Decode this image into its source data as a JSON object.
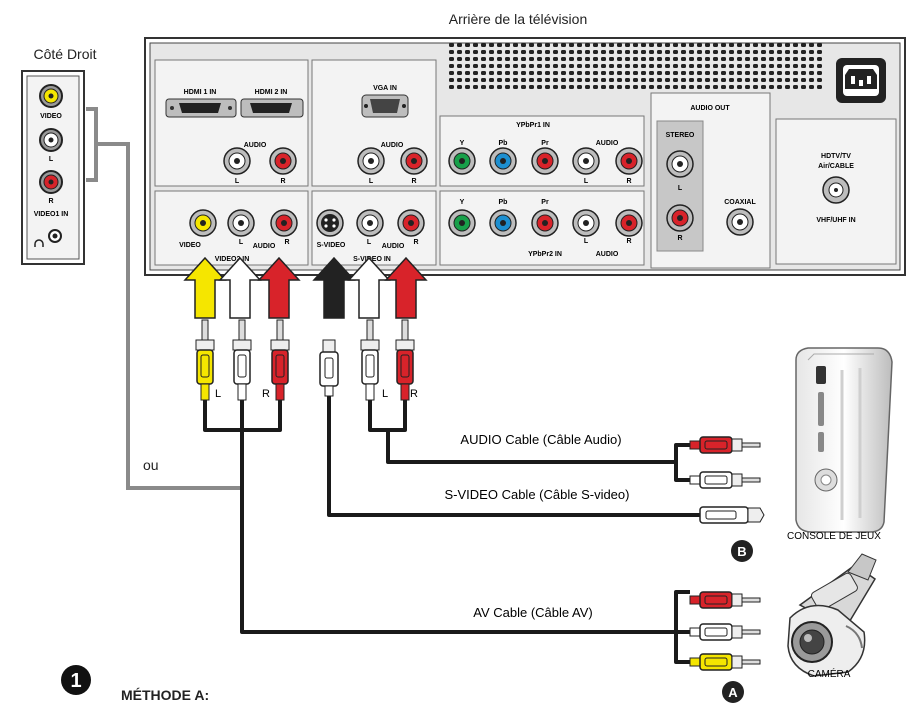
{
  "title_rear": "Arrière de la télévision",
  "side_panel": {
    "title": "Côté Droit",
    "video": "VIDEO",
    "l": "L",
    "r": "R",
    "video1_in": "VIDEO1 IN"
  },
  "tv": {
    "hdmi1": "HDMI 1 IN",
    "hdmi2": "HDMI 2 IN",
    "audio": "AUDIO",
    "l": "L",
    "r": "R",
    "vga_in": "VGA IN",
    "ypbpr1_in": "YPbPr1 IN",
    "ypbpr2_in": "YPbPr2 IN",
    "y": "Y",
    "pb": "Pb",
    "pr": "Pr",
    "audio_out": "AUDIO OUT",
    "stereo": "STEREO",
    "coaxial": "COAXIAL",
    "hdtv_line1": "HDTV/TV",
    "hdtv_line2": "Air/CABLE",
    "vhf_uhf": "VHF/UHF IN",
    "video": "VIDEO",
    "video2_in": "VIDEO2 IN",
    "svideo": "S-VIDEO",
    "svideo_in": "S-VIDEO IN"
  },
  "plug_l": "L",
  "plug_r": "R",
  "ou": "ou",
  "cable_audio": "AUDIO Cable (Câble Audio)",
  "cable_svideo": "S-VIDEO Cable (Câble S-video)",
  "cable_av": "AV Cable (Câble AV)",
  "console_label": "CONSOLE DE JEUX",
  "camera_label": "CAMÉRA",
  "badge_b": "B",
  "badge_a": "A",
  "step_number": "1",
  "method": "MÉTHODE A:",
  "colors": {
    "yellow": "#f5e600",
    "white": "#ffffff",
    "red": "#d8232a",
    "green": "#18a04a",
    "blue": "#1d8fd0",
    "panel": "#f3f3f3"
  }
}
